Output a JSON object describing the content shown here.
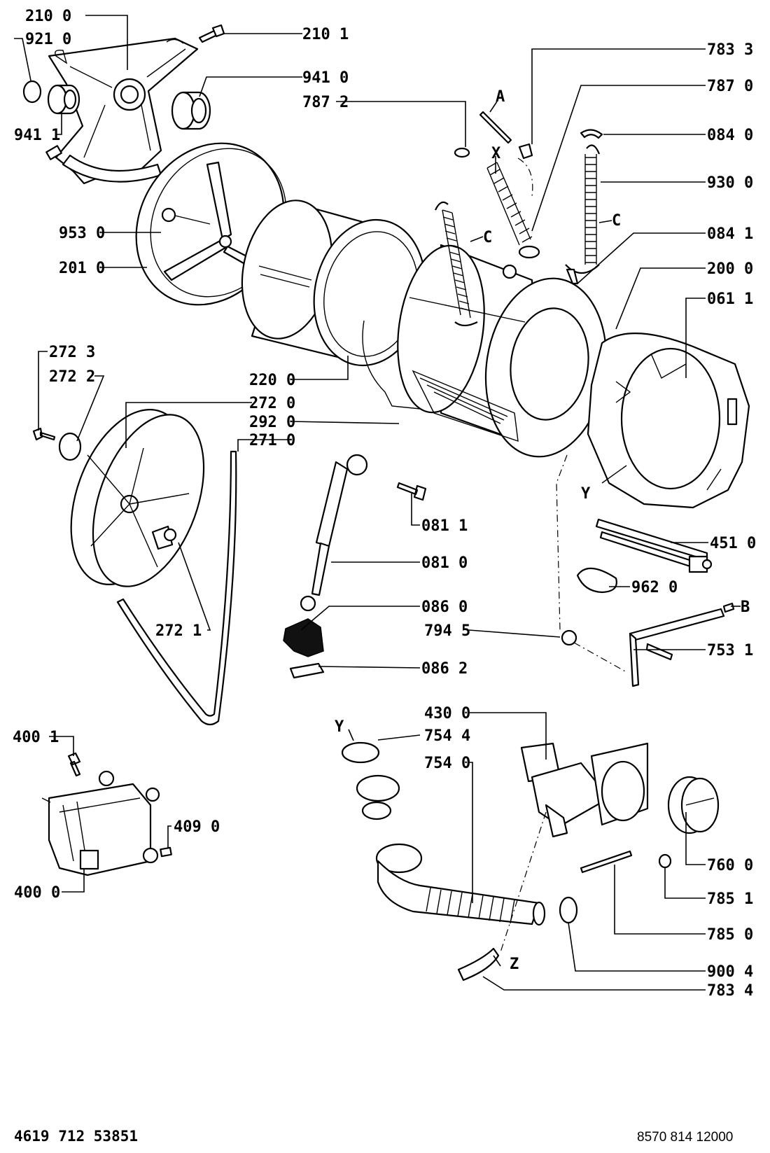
{
  "diagram": {
    "footer_left": "4619 712 53851",
    "footer_right": "8570 814 12000",
    "parts": {
      "p2100": "210 0",
      "p9210": "921 0",
      "p2101": "210 1",
      "p9410": "941 0",
      "p9411": "941 1",
      "p7872": "787 2",
      "p7833": "783 3",
      "p7870": "787 0",
      "p0840": "084 0",
      "p9300": "930 0",
      "p0841": "084 1",
      "p9530": "953 0",
      "p2010": "201 0",
      "p2000": "200 0",
      "p0611": "061 1",
      "p2723": "272 3",
      "p2722": "272 2",
      "p2200": "220 0",
      "p2720": "272 0",
      "p2920": "292 0",
      "p2710": "271 0",
      "p0811": "081 1",
      "p4510": "451 0",
      "p0810": "081 0",
      "p9620": "962 0",
      "p0860": "086 0",
      "p7945": "794 5",
      "p7531": "753 1",
      "p2721": "272 1",
      "p0862": "086 2",
      "p4300": "430 0",
      "p4001": "400 1",
      "p7544": "754 4",
      "p7540": "754 0",
      "p4090": "409 0",
      "p7600": "760 0",
      "p4000": "400 0",
      "p7851": "785 1",
      "p7850": "785 0",
      "p9004": "900 4",
      "p7834": "783 4"
    },
    "letters": {
      "A": "A",
      "X": "X",
      "C1": "C",
      "C2": "C",
      "Y1": "Y",
      "B": "B",
      "Y2": "Y",
      "Z": "Z"
    }
  }
}
